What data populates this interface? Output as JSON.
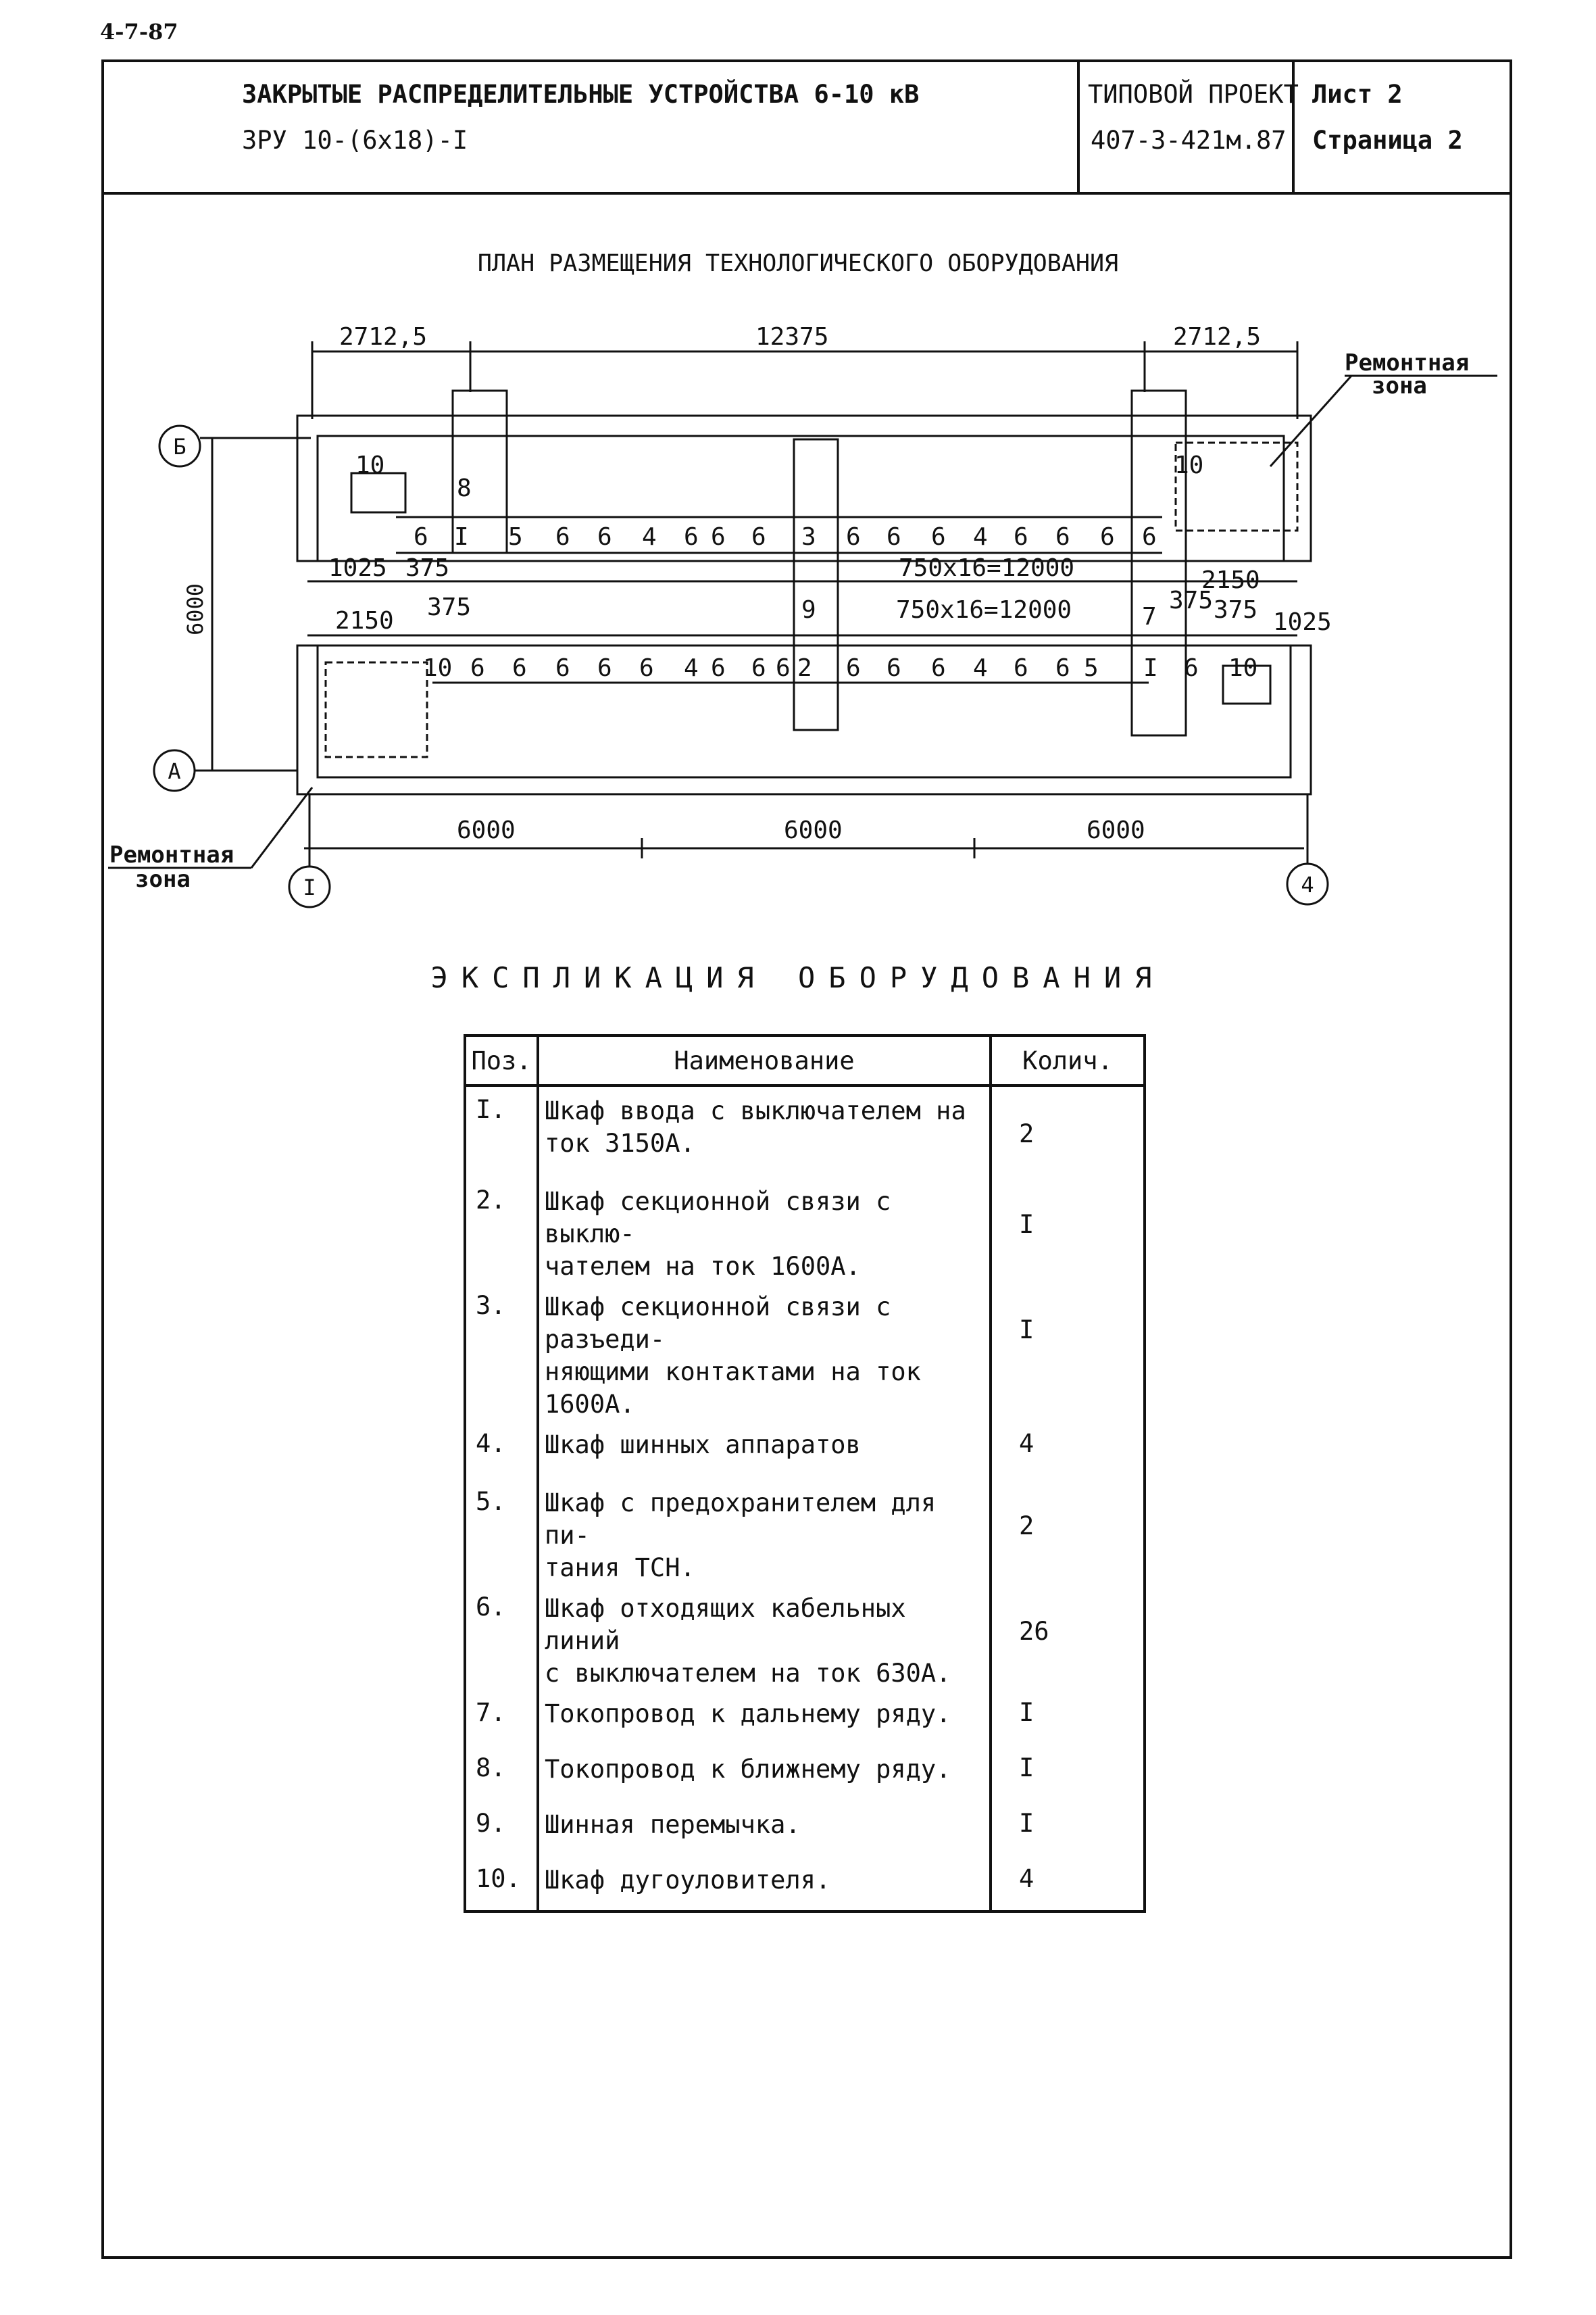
{
  "corner_code": "4-7-87",
  "header": {
    "title_line1": "ЗАКРЫТЫЕ РАСПРЕДЕЛИТЕЛЬНЫЕ УСТРОЙСТВА 6-10 кВ",
    "title_line2": "ЗРУ 10-(6x18)-I",
    "project_label": "ТИПОВОЙ ПРОЕКТ",
    "project_number": "407-3-421м.87",
    "sheet": "Лист 2",
    "page": "Страница 2"
  },
  "plan": {
    "title": "ПЛАН РАЗМЕЩЕНИЯ ТЕХНОЛОГИЧЕСКОГО ОБОРУДОВАНИЯ",
    "dims_top": [
      "2712,5",
      "12375",
      "2712,5"
    ],
    "dims_upper_row": [
      "1025",
      "375",
      "750x16=12000"
    ],
    "dims_lower_row": [
      "2150",
      "375",
      "750x16=12000",
      "2150",
      "375",
      "375",
      "1025"
    ],
    "dims_bottom": [
      "6000",
      "6000",
      "6000"
    ],
    "dim_vertical": "6000",
    "axes": [
      "Б",
      "А",
      "I",
      "4"
    ],
    "repair_zone_label": [
      "Ремонтная",
      "зона"
    ],
    "upper_row_labels": [
      "10",
      "8",
      "6",
      "I",
      "5",
      "6",
      "6",
      "4",
      "6",
      "6",
      "6",
      "3",
      "6",
      "6",
      "6",
      "4",
      "6",
      "6",
      "6",
      "6",
      "10"
    ],
    "lower_row_labels": [
      "10",
      "6",
      "6",
      "6",
      "6",
      "6",
      "4",
      "6",
      "6",
      "6",
      "2",
      "6",
      "6",
      "6",
      "4",
      "6",
      "6",
      "5",
      "I",
      "6",
      "10"
    ],
    "bus_labels": [
      "9",
      "7"
    ]
  },
  "explication": {
    "title": "ЭКСПЛИКАЦИЯ ОБОРУДОВАНИЯ",
    "columns": [
      "Поз.",
      "Наименование",
      "Колич."
    ],
    "rows": [
      {
        "pos": "I.",
        "name": [
          "Шкаф ввода с выключателем на",
          "ток 3150А."
        ],
        "qty": "2"
      },
      {
        "pos": "2.",
        "name": [
          "Шкаф секционной связи с выклю-",
          "чателем на ток 1600А."
        ],
        "qty": "I"
      },
      {
        "pos": "3.",
        "name": [
          "Шкаф секционной связи с разъеди-",
          "няющими контактами на ток 1600А."
        ],
        "qty": "I"
      },
      {
        "pos": "4.",
        "name": [
          "Шкаф шинных аппаратов"
        ],
        "qty": "4"
      },
      {
        "pos": "5.",
        "name": [
          "Шкаф с предохранителем для пи-",
          "тания ТСН."
        ],
        "qty": "2"
      },
      {
        "pos": "6.",
        "name": [
          "Шкаф отходящих кабельных линий",
          "с выключателем на ток 630А."
        ],
        "qty": "26"
      },
      {
        "pos": "7.",
        "name": [
          "Токопровод к дальнему ряду."
        ],
        "qty": "I"
      },
      {
        "pos": "8.",
        "name": [
          "Токопровод к ближнему ряду."
        ],
        "qty": "I"
      },
      {
        "pos": "9.",
        "name": [
          "Шинная перемычка."
        ],
        "qty": "I"
      },
      {
        "pos": "10.",
        "name": [
          "Шкаф дугоуловителя."
        ],
        "qty": "4"
      }
    ]
  }
}
